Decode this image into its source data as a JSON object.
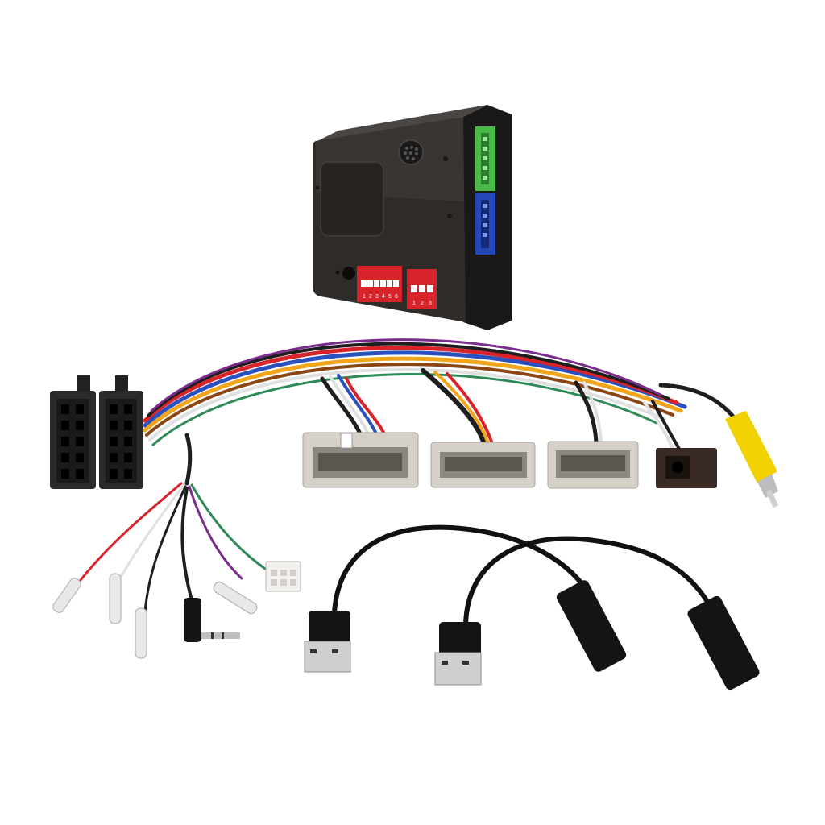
{
  "image": {
    "background": "#ffffff",
    "subject": "car stereo interface module with wiring harness kit"
  },
  "module": {
    "body_color": "#2f2b29",
    "port_green": "#49b94a",
    "port_blue": "#2447b8",
    "dip_switch_color": "#d8232a",
    "dip_bank_1_numbers": [
      "1",
      "2",
      "3",
      "4",
      "5",
      "6"
    ],
    "dip_bank_2_numbers": [
      "1",
      "2",
      "3"
    ]
  },
  "wires": {
    "colors": [
      "#d8232a",
      "#f2a51b",
      "#2a4fbf",
      "#1e1e1e",
      "#ffffff",
      "#8b4513",
      "#2e8b57",
      "#7a2d8c"
    ]
  },
  "connectors": {
    "iso_block_color": "#2a2a2a",
    "oem_plug_color": "#d5d0c8",
    "rca_tip_color": "#f2d100"
  },
  "usb_cables": {
    "cable_color": "#111111",
    "plug_metal": "#cfcfcf"
  }
}
